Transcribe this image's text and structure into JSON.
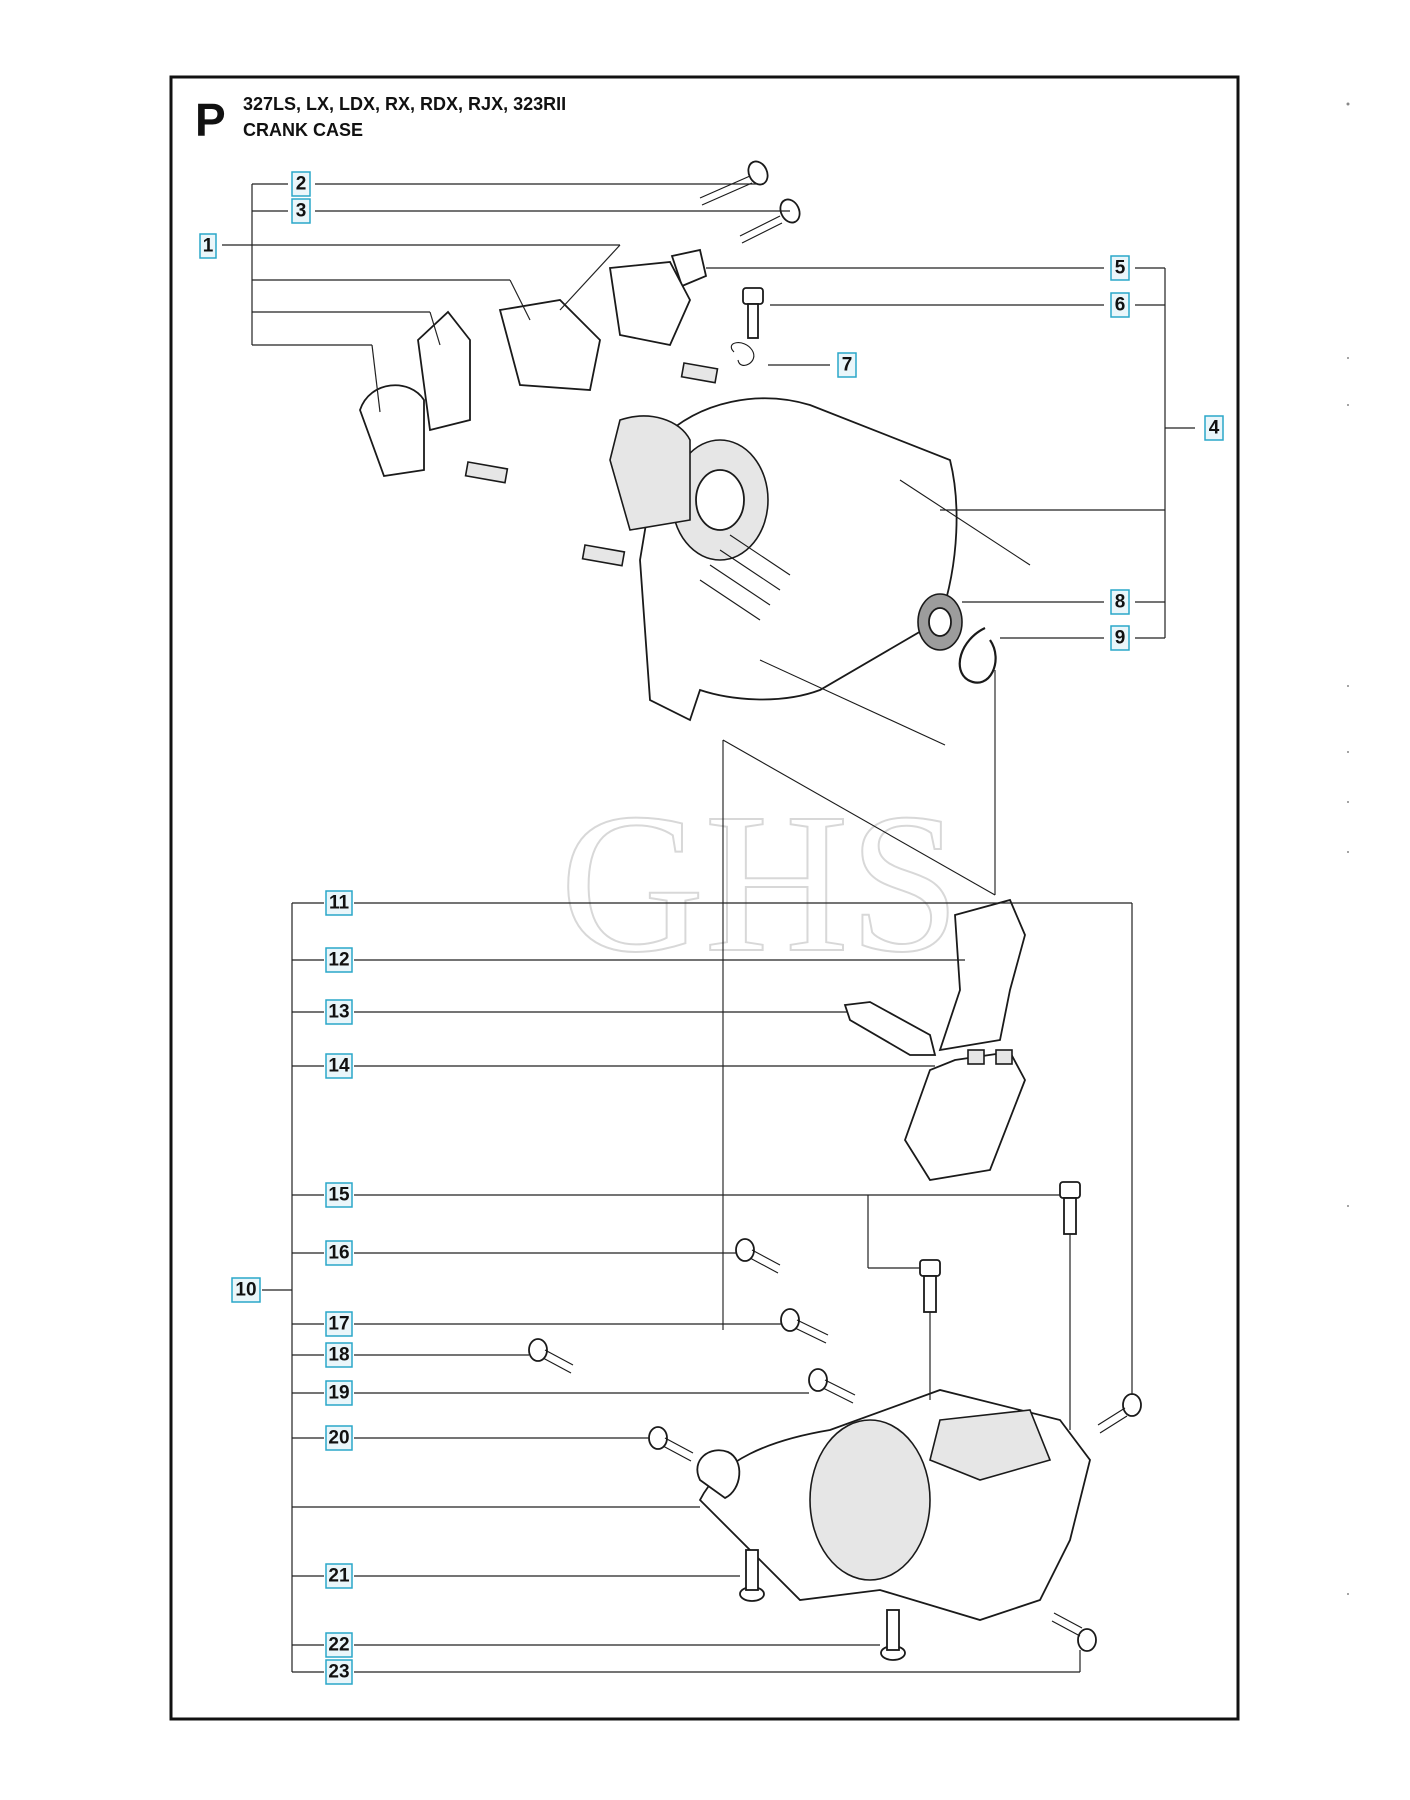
{
  "header": {
    "section_letter": "P",
    "models": "327LS, LX, LDX, RX, RDX, RJX, 323RII",
    "title": "CRANK CASE"
  },
  "watermark": "GHS",
  "callouts": [
    "1",
    "2",
    "3",
    "4",
    "5",
    "6",
    "7",
    "8",
    "9",
    "10",
    "11",
    "12",
    "13",
    "14",
    "15",
    "16",
    "17",
    "18",
    "19",
    "20",
    "21",
    "22",
    "23"
  ],
  "colors": {
    "callout_border": "#2aa7c9",
    "callout_fill": "#eaf6fa",
    "frame": "#111111",
    "watermark": "#d8d8d8"
  }
}
